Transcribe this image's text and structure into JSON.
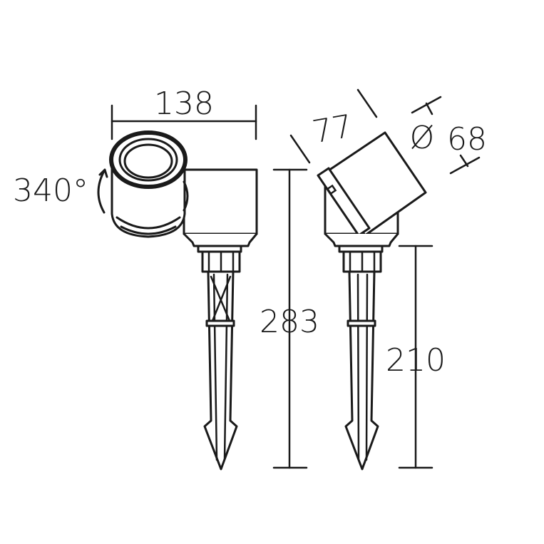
{
  "dimensions": {
    "width": "138",
    "rotation": "340°",
    "height_total": "283",
    "head_depth": "77",
    "diameter_symbol": "Ø",
    "diameter": "68",
    "spike_height": "210"
  },
  "colors": {
    "line": "#1a1a1a",
    "background": "#ffffff"
  }
}
